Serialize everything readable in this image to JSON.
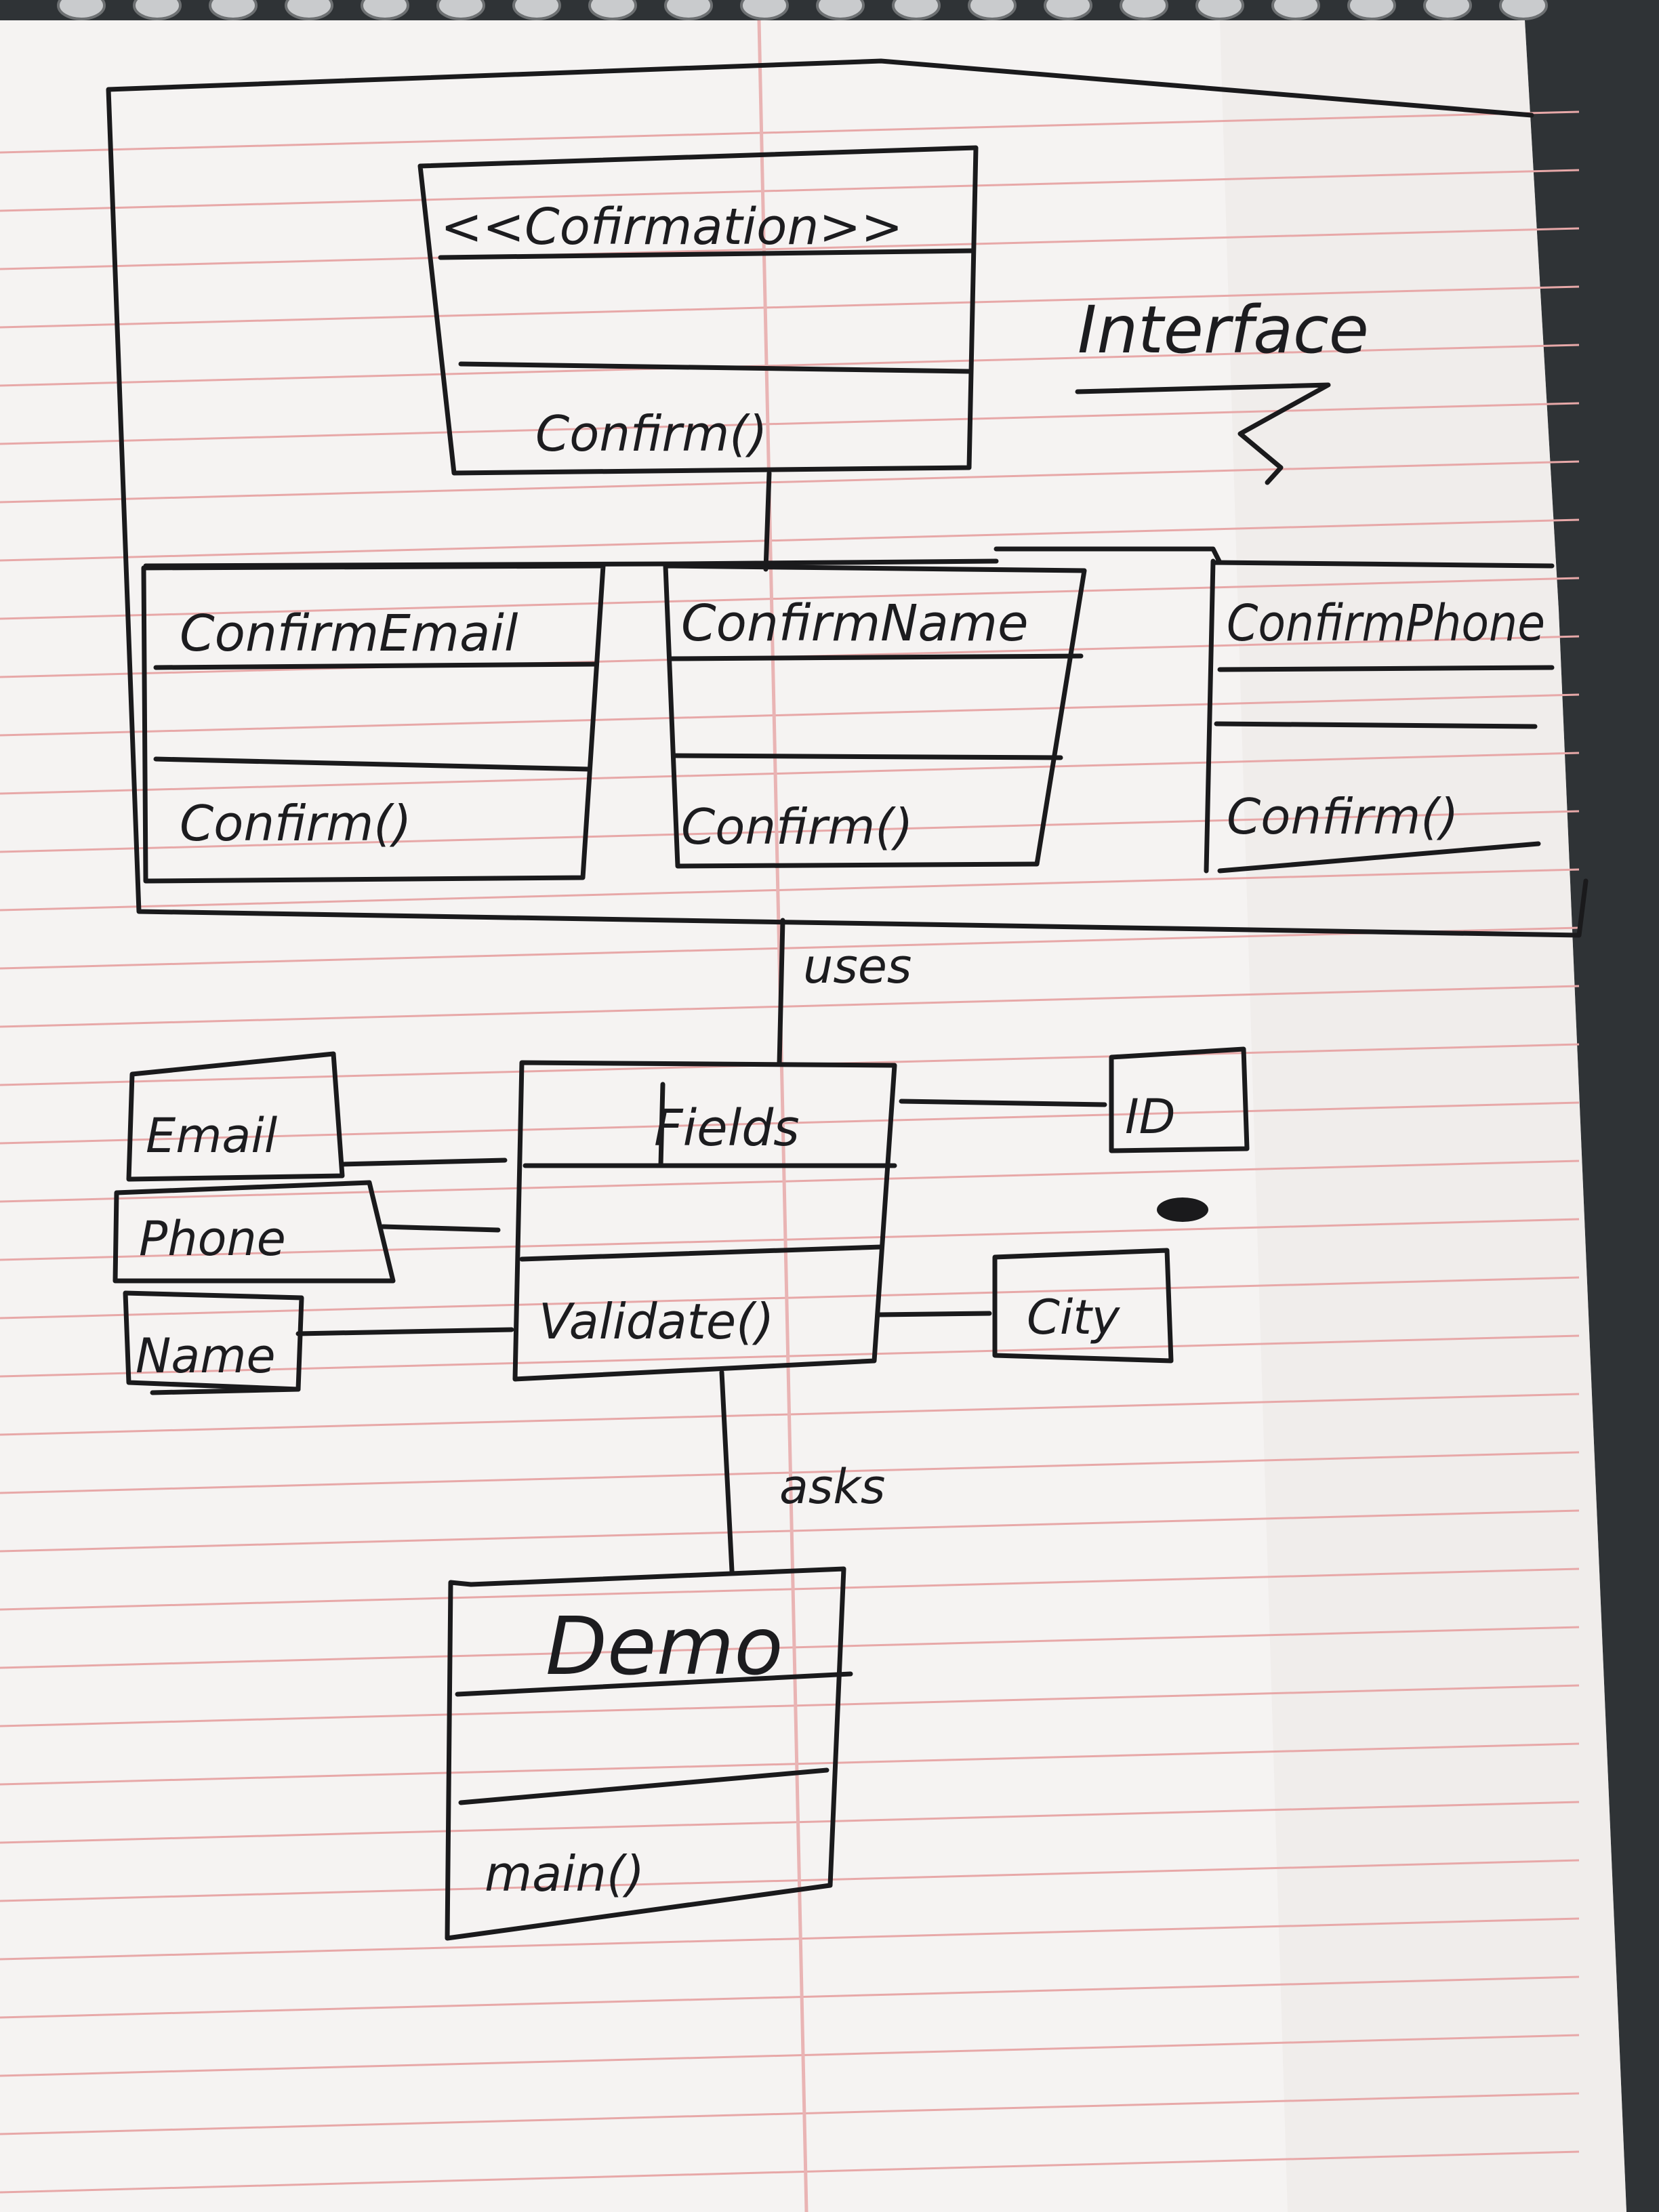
{
  "interface_label": "Interface",
  "interface": {
    "stereotype": "<<Cofirmation>>",
    "operation": "Confirm()"
  },
  "classes": [
    {
      "name": "ConfirmEmail",
      "operation": "Confirm()"
    },
    {
      "name": "ConfirmName",
      "operation": "Confirm()"
    },
    {
      "name": "ConfirmPhone",
      "operation": "Confirm()"
    }
  ],
  "relations": {
    "uses": "uses",
    "asks": "asks"
  },
  "fields_class": {
    "name": "Fields",
    "operation": "Validate()"
  },
  "fields": {
    "email": "Email",
    "phone": "Phone",
    "name": "Name",
    "id": "ID",
    "city": "City"
  },
  "demo_class": {
    "name": "Demo",
    "operation": "main()"
  },
  "colors": {
    "paper": "#f6f4f3",
    "ink": "#1a1a1c",
    "rule_red": "#e7a8a8",
    "margin": "#e9b4b4"
  }
}
